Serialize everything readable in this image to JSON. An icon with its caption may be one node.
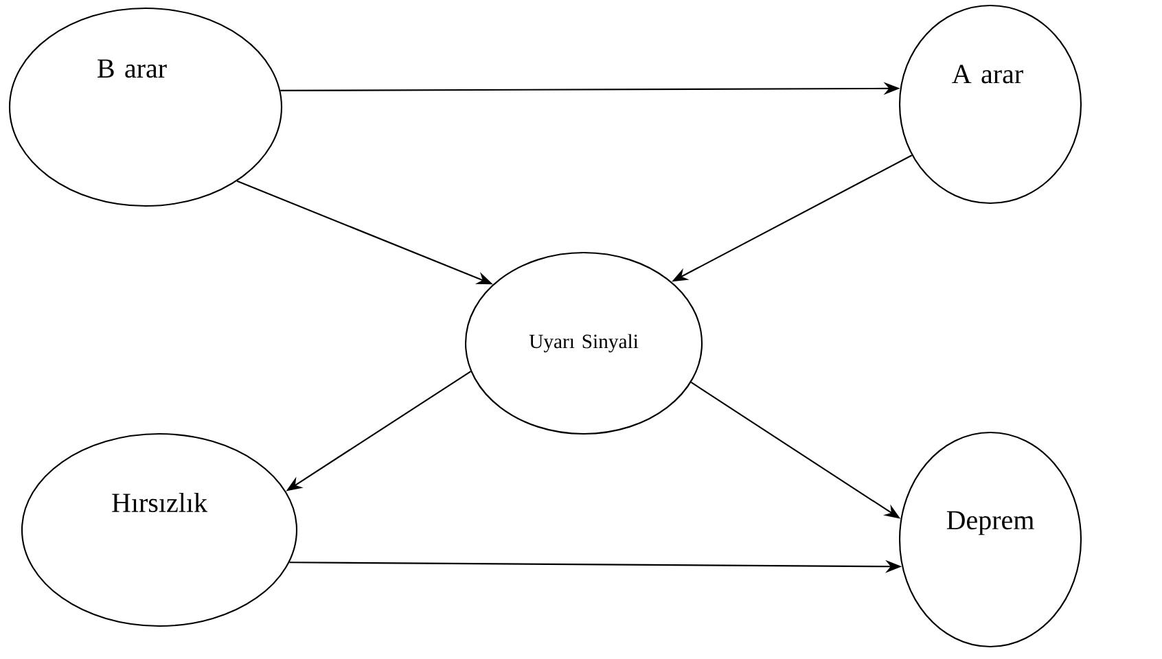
{
  "diagram": {
    "nodes": [
      {
        "text": [
          "B arar"
        ]
      },
      {
        "text": [
          "A arar"
        ]
      },
      {
        "text": [
          "Uyarı Sinyali"
        ]
      },
      {
        "text": [
          "Hırsızlık"
        ]
      },
      {
        "text": [
          "Deprem"
        ]
      }
    ],
    "edges": [
      {
        "from": 0,
        "to": 1,
        "arrow": "to"
      },
      {
        "from": 0,
        "to": 2,
        "arrow": "to"
      },
      {
        "from": 1,
        "to": 2,
        "arrow": "to"
      },
      {
        "from": 2,
        "to": 3,
        "arrow": "to"
      },
      {
        "from": 2,
        "to": 4,
        "arrow": "to"
      },
      {
        "from": 3,
        "to": 4,
        "arrow": "to"
      }
    ]
  }
}
